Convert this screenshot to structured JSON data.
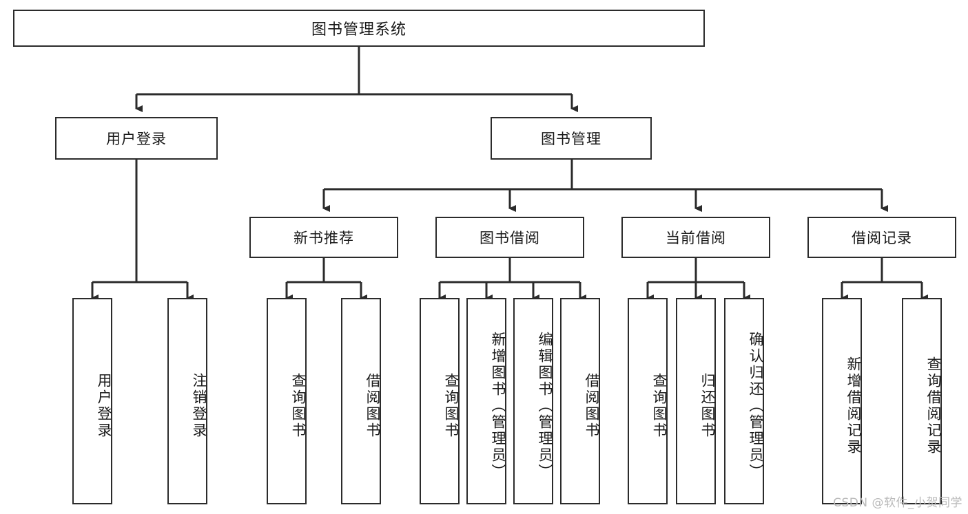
{
  "diagram": {
    "title": "图书管理系统",
    "type": "tree-hierarchy-chart",
    "colors": {
      "box_border": "#2b2b2b",
      "box_fill": "#ffffff",
      "connector": "#2b2b2b",
      "background": "#ffffff",
      "watermark": "#b9b9b9"
    },
    "root": {
      "label": "图书管理系统"
    },
    "level2": [
      {
        "label": "用户登录"
      },
      {
        "label": "图书管理"
      }
    ],
    "level3": [
      {
        "label": "新书推荐"
      },
      {
        "label": "图书借阅"
      },
      {
        "label": "当前借阅"
      },
      {
        "label": "借阅记录"
      }
    ],
    "leaves": {
      "user_login": [
        {
          "label": "用户登录"
        },
        {
          "label": "注销登录"
        }
      ],
      "new_book_recommend": [
        {
          "label": "查询图书"
        },
        {
          "label": "借阅图书"
        }
      ],
      "book_borrow": [
        {
          "label": "查询图书"
        },
        {
          "label": "新增图书（管理员）"
        },
        {
          "label": "编辑图书（管理员）"
        },
        {
          "label": "借阅图书"
        }
      ],
      "current_borrow": [
        {
          "label": "查询图书"
        },
        {
          "label": "归还图书"
        },
        {
          "label": "确认归还（管理员）"
        }
      ],
      "borrow_record": [
        {
          "label": "新增借阅记录"
        },
        {
          "label": "查询借阅记录"
        }
      ]
    }
  },
  "watermark": {
    "text": "CSDN @软件_小贺同学"
  }
}
